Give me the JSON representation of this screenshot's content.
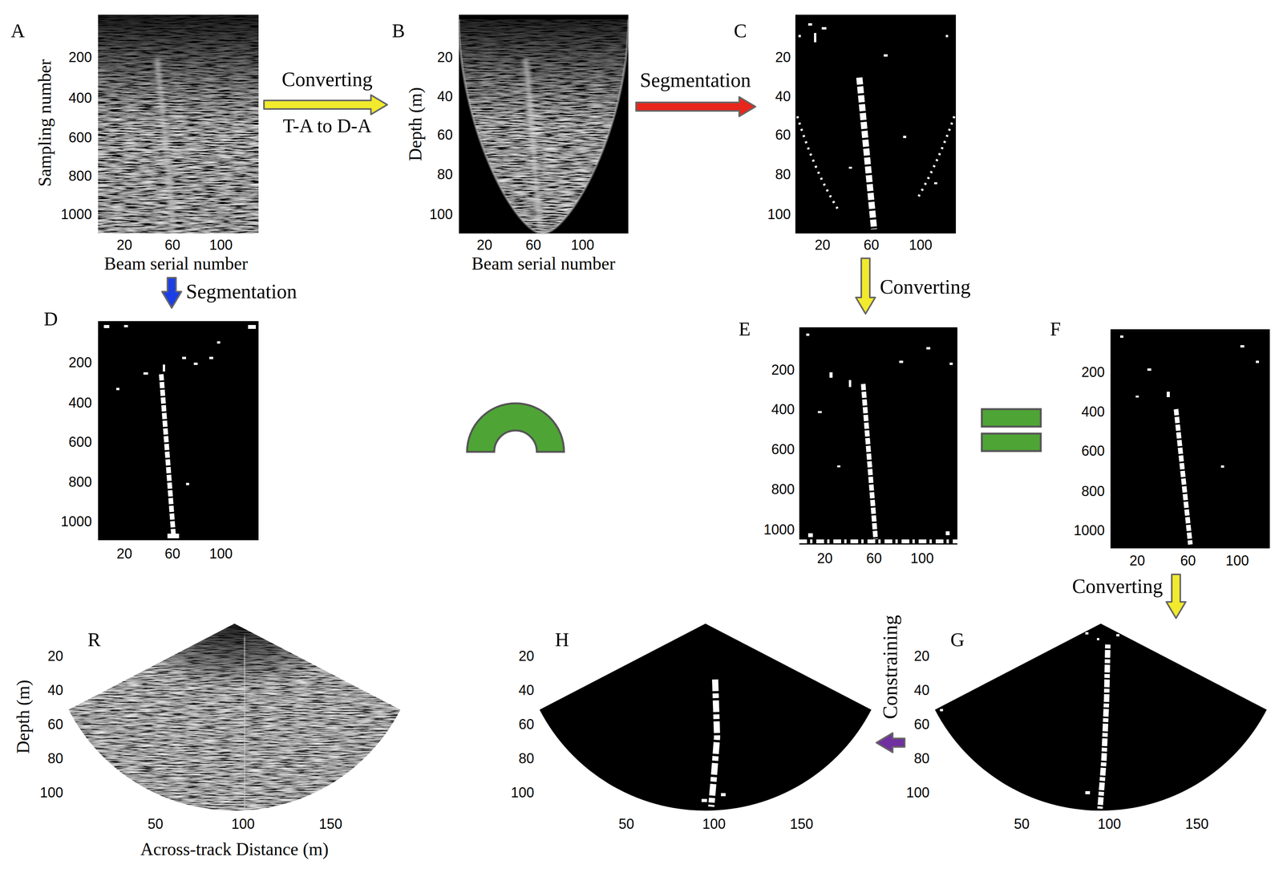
{
  "diagram": {
    "nodes": [
      {
        "text": [
          "A"
        ]
      },
      {
        "text": [
          "B"
        ]
      },
      {
        "text": [
          "C"
        ]
      },
      {
        "text": [
          "D"
        ]
      },
      {
        "text": [
          "E"
        ]
      },
      {
        "text": [
          "F"
        ]
      },
      {
        "text": [
          "R"
        ]
      },
      {
        "text": [
          "H"
        ]
      },
      {
        "text": [
          "G"
        ]
      }
    ],
    "edges": [
      {
        "from": 0,
        "to": 1,
        "label": "Converting",
        "arrow": "to"
      },
      {
        "from": 1,
        "to": 2,
        "label": "Segmentation",
        "arrow": "to"
      },
      {
        "from": 0,
        "to": 3,
        "label": "Segmentation",
        "arrow": "to"
      },
      {
        "from": 2,
        "to": 4,
        "label": "Converting",
        "arrow": "to"
      },
      {
        "from": 5,
        "to": 8,
        "label": "Converting",
        "arrow": "to"
      },
      {
        "from": 8,
        "to": 7,
        "label": "Constraining",
        "arrow": "to"
      }
    ],
    "labels": [
      "200",
      "400",
      "600",
      "800",
      "1000",
      "20",
      "60",
      "100",
      "Sampling number",
      "Beam serial number",
      "20",
      "40",
      "60",
      "80",
      "100",
      "20",
      "60",
      "100",
      "Depth (m)",
      "Beam serial number",
      "20",
      "40",
      "60",
      "80",
      "100",
      "20",
      "60",
      "100",
      "200",
      "400",
      "600",
      "800",
      "1000",
      "20",
      "60",
      "100",
      "200",
      "400",
      "600",
      "800",
      "1000",
      "20",
      "60",
      "100",
      "200",
      "400",
      "600",
      "800",
      "1000",
      "20",
      "60",
      "100",
      "20",
      "40",
      "60",
      "80",
      "100",
      "50",
      "100",
      "150",
      "Depth (m)",
      "Across-track Distance (m)",
      "20",
      "40",
      "60",
      "80",
      "100",
      "50",
      "100",
      "150",
      "20",
      "40",
      "60",
      "80",
      "100",
      "50",
      "100",
      "150",
      "T-A to D-A"
    ]
  }
}
